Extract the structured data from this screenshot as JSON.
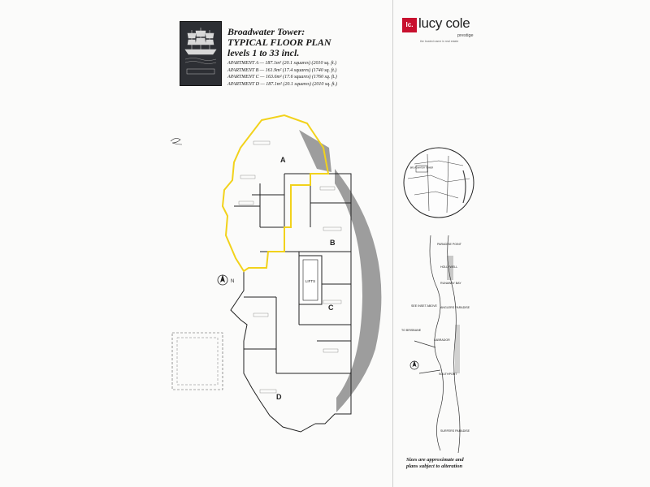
{
  "header": {
    "title_lines": [
      "Broadwater Tower:",
      "TYPICAL FLOOR PLAN",
      "levels 1 to 33 incl."
    ],
    "apartments": [
      "APARTMENT A — 187.1m² (20.1 squares) (2010 sq. ft.)",
      "APARTMENT B — 161.9m² (17.4 squares) (1740 sq. ft.)",
      "APARTMENT C — 163.6m² (17.6 squares) (1760 sq. ft.)",
      "APARTMENT D — 187.1m² (20.1 squares) (2010 sq. ft.)"
    ]
  },
  "logo": {
    "icon": "ship-logo-icon"
  },
  "brand": {
    "badge": "lc.",
    "name": "lucy cole",
    "subline": "prestige",
    "tagline": "the trusted name in real estate",
    "accent_color": "#c8102e"
  },
  "floor_plan": {
    "apartment_letters": [
      "A",
      "B",
      "C",
      "D"
    ],
    "core_label": "LIFTS",
    "north_label": "N"
  },
  "location_map": {
    "inset_labels": [
      "BROADWATER TOWER"
    ],
    "places": [
      "PARADISE POINT",
      "HOLLYWELL",
      "RUNAWAY BAY",
      "SEE INSET ABOVE",
      "ANGLERS PARADISE",
      "TO BRISBANE",
      "LABRADOR",
      "SOUTHPORT",
      "SURFERS PARADISE"
    ]
  },
  "footer": {
    "note_lines": [
      "Sizes are approximate and",
      "plans subject to alteration"
    ]
  },
  "colors": {
    "highlight": "#f2d21b",
    "balcony_fill": "#8c8c8c"
  }
}
